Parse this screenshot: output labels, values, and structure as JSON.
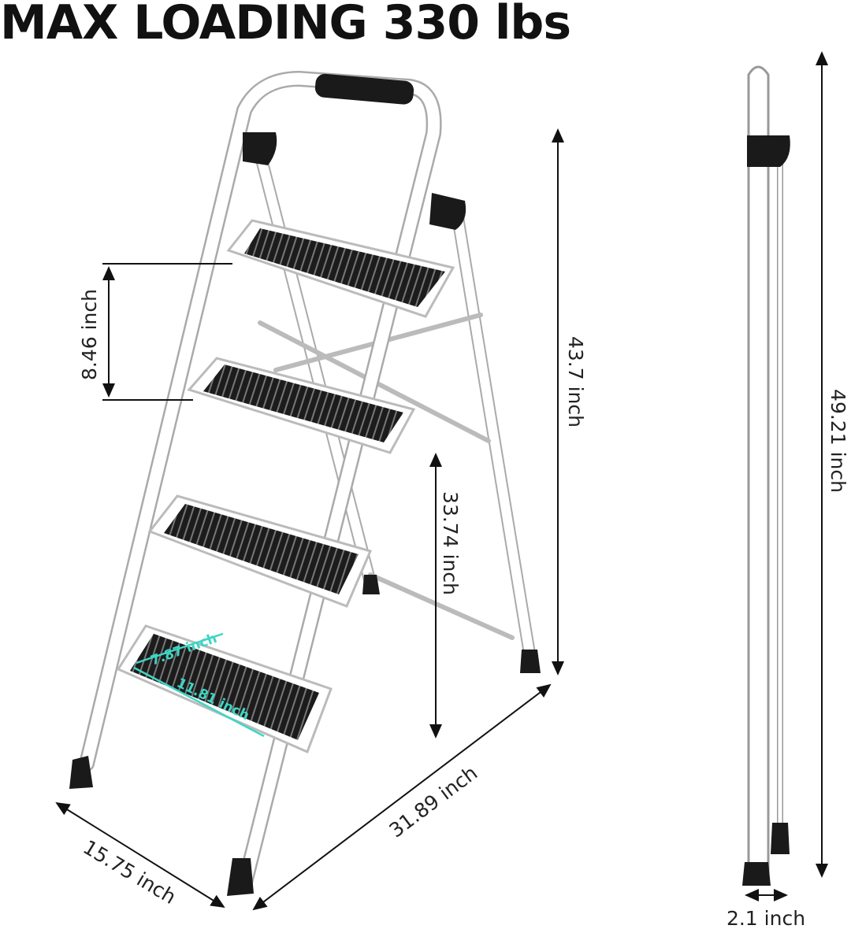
{
  "title": "MAX LOADING 330 lbs",
  "dimensions": {
    "step_spacing": "8.46 inch",
    "platform_height": "43.7 inch",
    "top_step_height": "33.74 inch",
    "open_depth": "31.89 inch",
    "width": "15.75 inch",
    "folded_height": "49.21 inch",
    "folded_thickness": "2.1 inch",
    "step_depth": "7.87 inch",
    "step_width": "11.81 inch"
  },
  "colors": {
    "frame": "#ffffff",
    "tread": "#1c1c1c",
    "accent": "#3dd6c4",
    "arrow": "#111111"
  }
}
